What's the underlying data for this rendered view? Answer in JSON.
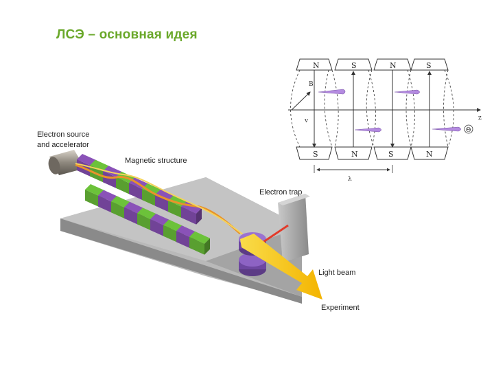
{
  "title": "ЛСЭ – основная идея",
  "colors": {
    "title": "#6aa82a",
    "magnet_green": "#6cc23a",
    "magnet_purple": "#8a52b8",
    "beam_yellow": "#f7c412",
    "laser_red": "#e23b2a",
    "platform": "#a9a9a9",
    "electron_bunch": "#b48be0"
  },
  "apparatus": {
    "labels": {
      "source": [
        "Electron source",
        "and accelerator"
      ],
      "magnetic": "Magnetic structure",
      "trap": "Electron trap",
      "beam": "Light beam",
      "experiment": "Experiment"
    }
  },
  "undulator": {
    "top_poles": [
      "N",
      "S",
      "N",
      "S"
    ],
    "bottom_poles": [
      "S",
      "N",
      "S",
      "N"
    ],
    "symbols": {
      "angle": "Θ",
      "period": "λ",
      "field": "B",
      "axis": "z",
      "velocity": "v"
    }
  }
}
